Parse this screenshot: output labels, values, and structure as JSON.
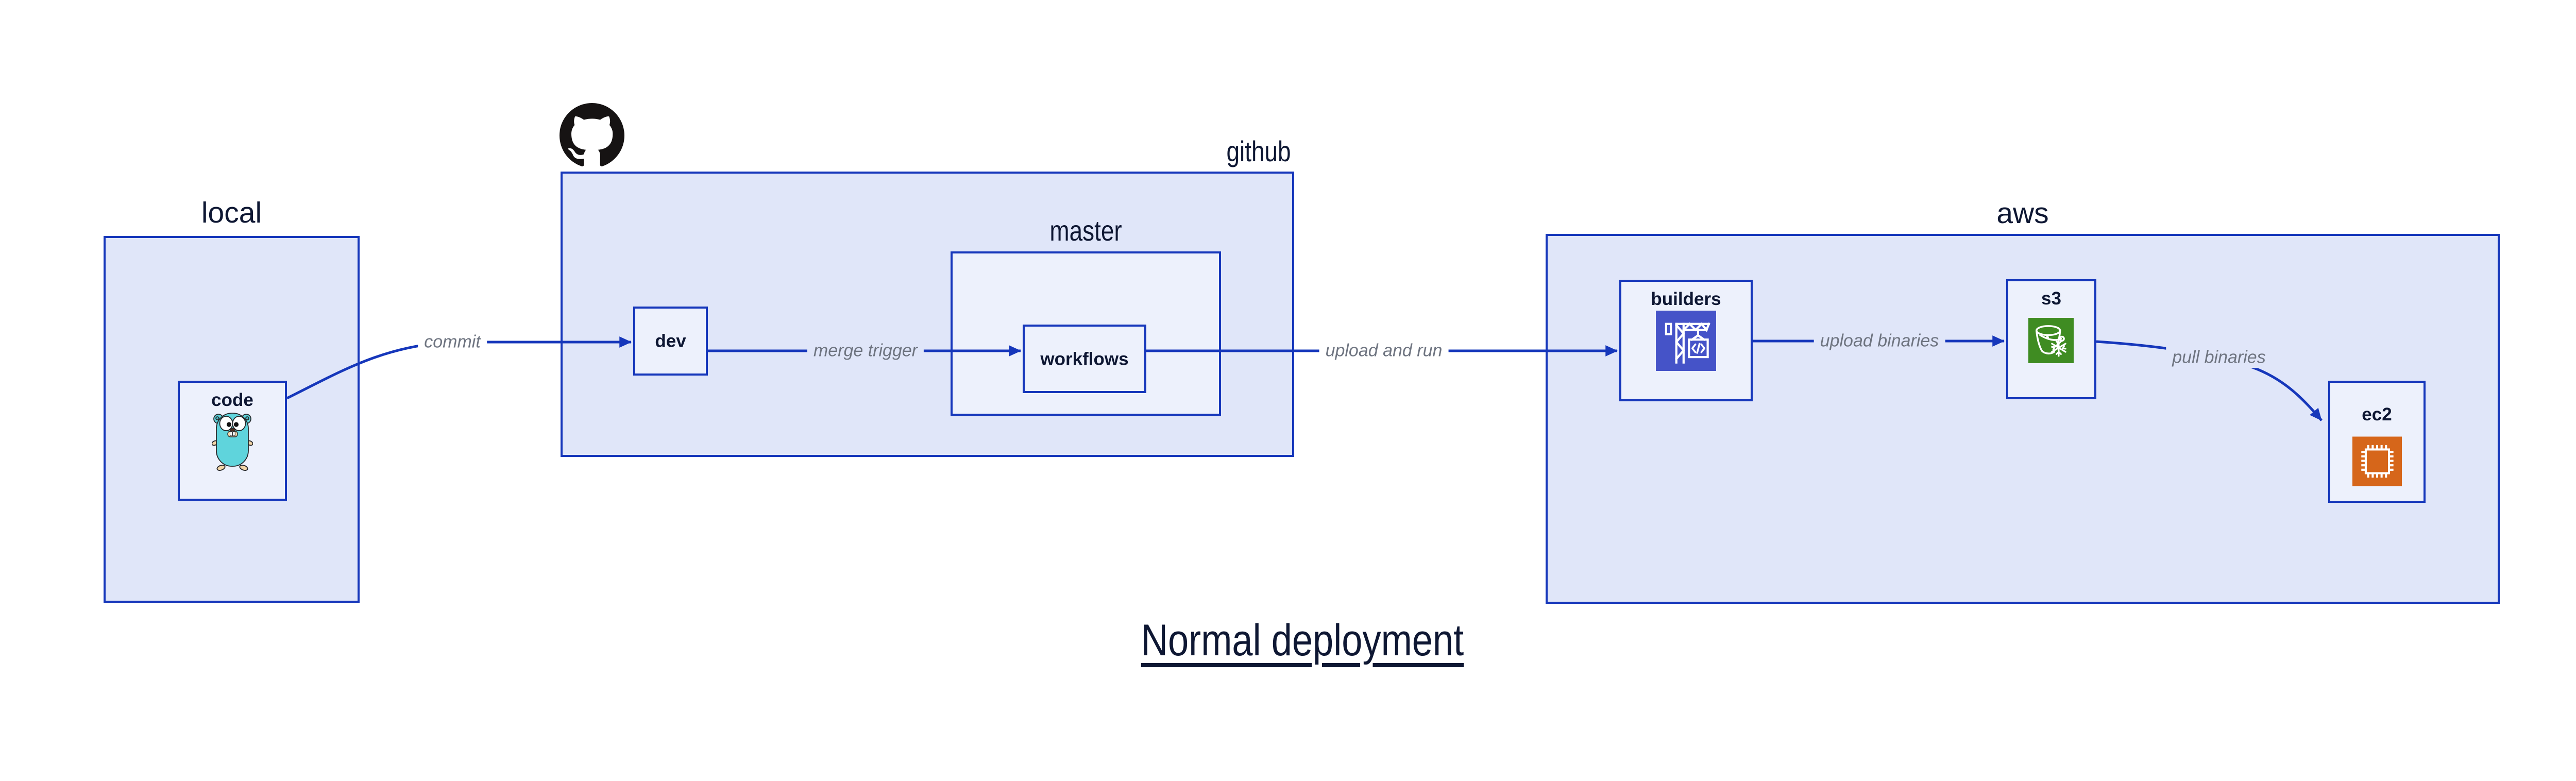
{
  "title": {
    "label": "Normal deployment"
  },
  "groups": {
    "local": {
      "label": "local"
    },
    "github": {
      "label": "github"
    },
    "master": {
      "label": "master"
    },
    "aws": {
      "label": "aws"
    }
  },
  "nodes": {
    "code": {
      "label": "code",
      "icon": "gopher-icon"
    },
    "dev": {
      "label": "dev"
    },
    "workflows": {
      "label": "workflows"
    },
    "builders": {
      "label": "builders",
      "icon": "codebuild-crane-icon"
    },
    "s3": {
      "label": "s3",
      "icon": "s3-glacier-bucket-icon"
    },
    "ec2": {
      "label": "ec2",
      "icon": "ec2-chip-icon"
    }
  },
  "edges": [
    {
      "from": "code",
      "to": "dev",
      "label": "commit"
    },
    {
      "from": "dev",
      "to": "workflows",
      "label": "merge trigger"
    },
    {
      "from": "workflows",
      "to": "builders",
      "label": "upload and run"
    },
    {
      "from": "builders",
      "to": "s3",
      "label": "upload binaries"
    },
    {
      "from": "s3",
      "to": "ec2",
      "label": "pull binaries"
    }
  ],
  "icons": {
    "github_logo": "github-octocat-icon"
  },
  "colors": {
    "box_border": "#1637bb",
    "group_fill": "#e0e6f9",
    "node_fill": "#edf1fc",
    "arrow": "#1637bb",
    "label_text": "#0e1733",
    "edge_label_text": "#6e7480",
    "github_logo": "#161313",
    "codebuild_icon": "#4553c8",
    "s3_glacier_icon": "#3f8c22",
    "ec2_icon": "#d6661a",
    "gopher_body": "#5fd4dc",
    "gopher_paws": "#f3d5a7",
    "background": "#ffffff"
  }
}
